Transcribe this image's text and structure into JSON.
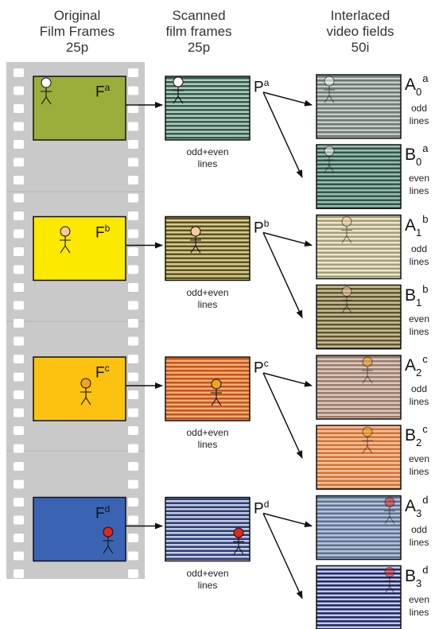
{
  "headers": [
    {
      "lines": [
        "Original",
        "Film Frames",
        "25p"
      ]
    },
    {
      "lines": [
        "Scanned",
        "film frames",
        "25p"
      ]
    },
    {
      "lines": [
        "Interlaced",
        "video fields",
        "50i"
      ]
    }
  ],
  "frames": [
    {
      "label": "F",
      "sup": "a",
      "scan_label": "P",
      "scan_sup": "a",
      "color": "#9bae3c",
      "scan_light": "#b3cbbf",
      "scan_dark": "#2f5d49",
      "figure_color": "#ffffff",
      "scan_caption": [
        "odd+even",
        "lines"
      ],
      "fields": [
        {
          "letter": "A",
          "sub": "0",
          "sup": "a",
          "caption": [
            "odd",
            "lines"
          ],
          "light": "#c7cdc8",
          "dark": "#6b7a72"
        },
        {
          "letter": "B",
          "sub": "0",
          "sup": "a",
          "caption": [
            "even",
            "lines"
          ],
          "light": "#9fbcb0",
          "dark": "#2c5748"
        }
      ]
    },
    {
      "label": "F",
      "sup": "b",
      "scan_label": "P",
      "scan_sup": "b",
      "color": "#fbe900",
      "scan_light": "#d8cb8b",
      "scan_dark": "#5b5222",
      "figure_color": "#f6c9a1",
      "scan_caption": [
        "odd+even",
        "lines"
      ],
      "fields": [
        {
          "letter": "A",
          "sub": "1",
          "sup": "b",
          "caption": [
            "odd",
            "lines"
          ],
          "light": "#efe9c9",
          "dark": "#a29d7c"
        },
        {
          "letter": "B",
          "sub": "1",
          "sup": "b",
          "caption": [
            "even",
            "lines"
          ],
          "light": "#c8bd92",
          "dark": "#5f5534"
        }
      ]
    },
    {
      "label": "F",
      "sup": "c",
      "scan_label": "P",
      "scan_sup": "c",
      "color": "#fdc20f",
      "scan_light": "#f3ad78",
      "scan_dark": "#c0561c",
      "figure_color": "#f6a31a",
      "scan_caption": [
        "odd+even",
        "lines"
      ],
      "fields": [
        {
          "letter": "A",
          "sub": "2",
          "sup": "c",
          "caption": [
            "odd",
            "lines"
          ],
          "light": "#d9c8bd",
          "dark": "#9a7c6d"
        },
        {
          "letter": "B",
          "sub": "2",
          "sup": "c",
          "caption": [
            "even",
            "lines"
          ],
          "light": "#f6c09a",
          "dark": "#d27131"
        }
      ]
    },
    {
      "label": "F",
      "sup": "d",
      "scan_label": "P",
      "scan_sup": "d",
      "color": "#3b63b3",
      "scan_light": "#c6cde0",
      "scan_dark": "#2b3d7a",
      "figure_color": "#e1261c",
      "scan_caption": [
        "odd+even",
        "lines"
      ],
      "fields": [
        {
          "letter": "A",
          "sub": "3",
          "sup": "d",
          "caption": [
            "odd",
            "lines"
          ],
          "light": "#b7c3d7",
          "dark": "#5d7093"
        },
        {
          "letter": "B",
          "sub": "3",
          "sup": "d",
          "caption": [
            "even",
            "lines"
          ],
          "light": "#c4c9e0",
          "dark": "#1e2a6a"
        }
      ]
    }
  ]
}
